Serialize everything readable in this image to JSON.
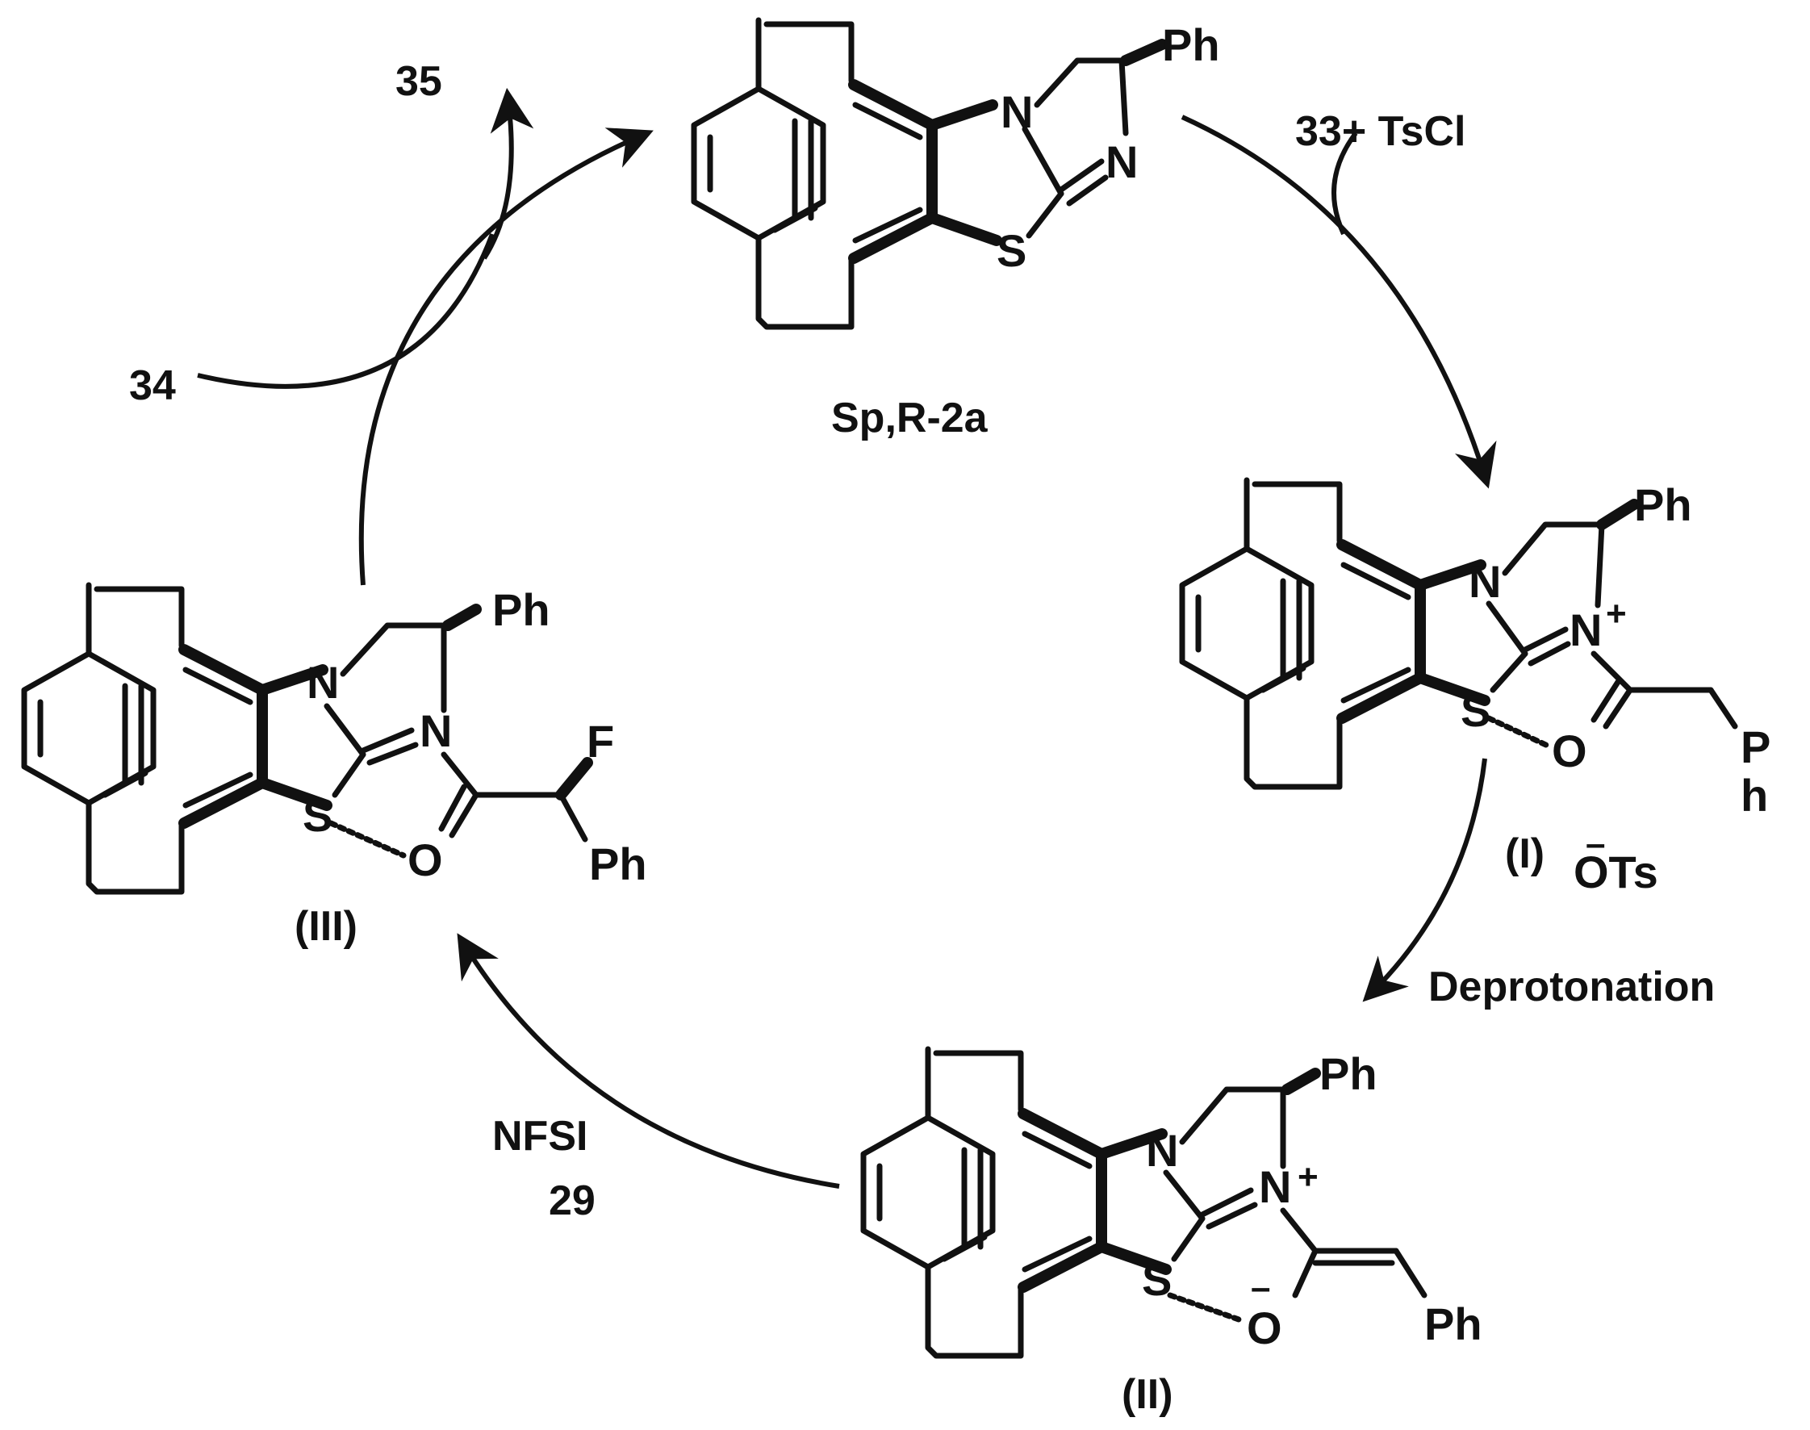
{
  "colors": {
    "ink": "#111111",
    "background": "#ffffff"
  },
  "labels": {
    "catalyst": "Sp,R-2a",
    "intermediate_1": "(I)",
    "intermediate_2": "(II)",
    "intermediate_3": "(III)",
    "reagent_in_top_right": "33+ TsCl",
    "deprotonation": "Deprotonation",
    "nfsi": "NFSI",
    "nfsi_number": "29",
    "reagent_34": "34",
    "product_35": "35",
    "counterion": "OTs",
    "counterion_charge": "–"
  },
  "atoms": {
    "ph": "Ph",
    "n": "N",
    "s": "S",
    "o": "O",
    "f": "F",
    "p": "P",
    "h": "h",
    "plus": "+",
    "minus": "–"
  }
}
